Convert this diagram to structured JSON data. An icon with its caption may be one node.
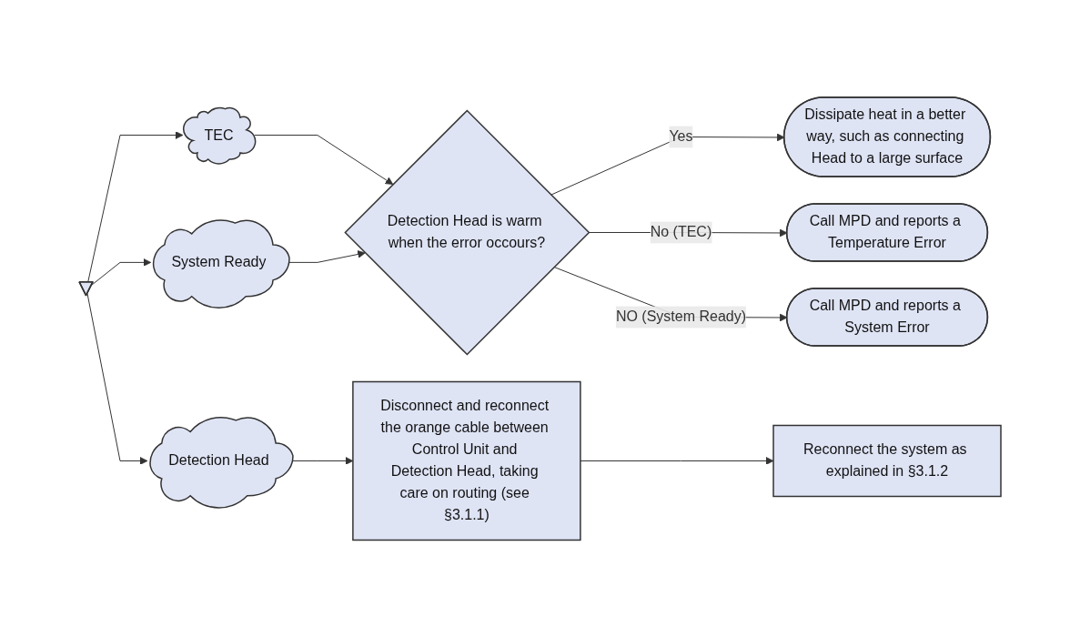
{
  "diagram": {
    "nodes": [
      {
        "text": [],
        "shape": "pentagon"
      },
      {
        "text": [
          "TEC"
        ]
      },
      {
        "text": [
          "System Ready"
        ]
      },
      {
        "text": [
          "Detection Head"
        ]
      },
      {
        "text": [
          "Detection Head is warm when the error occours?"
        ]
      },
      {
        "text": [
          "Dissipate heat in a better way, such as connecting Head to a large surface"
        ]
      },
      {
        "text": [
          "Call MPD and reports a Temperature Error"
        ]
      },
      {
        "text": [
          "Call MPD and reports a System Error"
        ]
      },
      {
        "text": [
          "Disconnect and reconnect the orange cable between Control Unit and Detection Head, taking care on routing (see §3.1.1)"
        ]
      },
      {
        "text": [
          "Reconnect the system as explained in §3.1.2"
        ]
      }
    ],
    "edges": [
      {
        "from": 0,
        "to": 1,
        "arrow": "to"
      },
      {
        "from": 0,
        "to": 2,
        "arrow": "to"
      },
      {
        "from": 0,
        "to": 3,
        "arrow": "to"
      },
      {
        "from": 1,
        "to": 4,
        "arrow": "to"
      },
      {
        "from": 2,
        "to": 4,
        "arrow": "to"
      },
      {
        "from": 4,
        "to": 5,
        "label": "Yes",
        "arrow": "to"
      },
      {
        "from": 4,
        "to": 6,
        "label": "No (TEC)",
        "arrow": "to"
      },
      {
        "from": 4,
        "to": 7,
        "label": "NO (System Ready)",
        "arrow": "to"
      },
      {
        "from": 3,
        "to": 8,
        "arrow": "to"
      },
      {
        "from": 8,
        "to": 9,
        "arrow": "to"
      }
    ]
  }
}
